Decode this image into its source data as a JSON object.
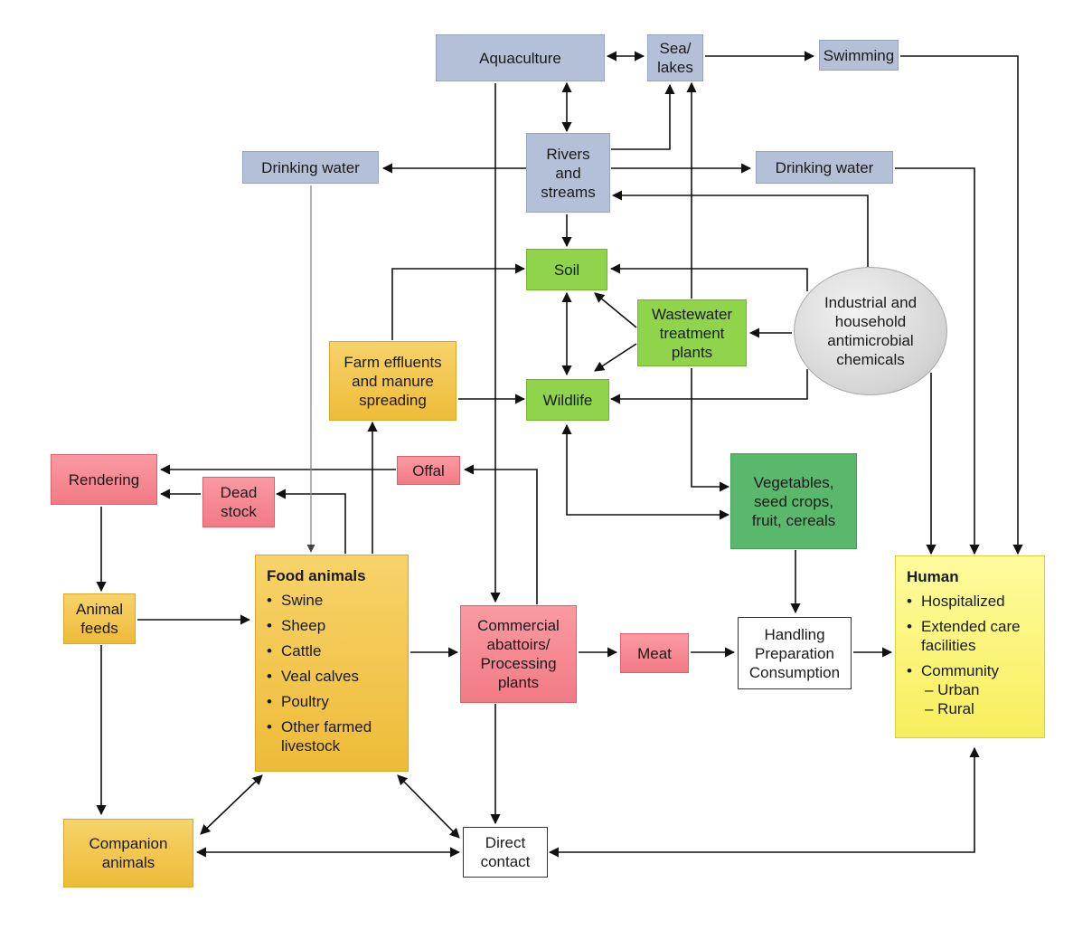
{
  "nodes": {
    "aquaculture": "Aquaculture",
    "sea_lakes": [
      "Sea/",
      "lakes"
    ],
    "swimming": "Swimming",
    "drinking_water_left": "Drinking water",
    "rivers": [
      "Rivers",
      "and",
      "streams"
    ],
    "drinking_water_right": "Drinking water",
    "soil": "Soil",
    "wastewater": [
      "Wastewater",
      "treatment",
      "plants"
    ],
    "industrial": [
      "Industrial and",
      "household",
      "antimicrobial",
      "chemicals"
    ],
    "farm_effluents": [
      "Farm effluents",
      "and manure",
      "spreading"
    ],
    "wildlife": "Wildlife",
    "rendering": "Rendering",
    "offal": "Offal",
    "dead_stock": [
      "Dead",
      "stock"
    ],
    "vegetables": [
      "Vegetables,",
      "seed crops,",
      "fruit, cereals"
    ],
    "animal_feeds": [
      "Animal",
      "feeds"
    ],
    "food_animals": {
      "title": "Food animals",
      "items": [
        "Swine",
        "Sheep",
        "Cattle",
        "Veal calves",
        "Poultry",
        "Other farmed",
        "livestock"
      ]
    },
    "abattoirs": [
      "Commercial",
      "abattoirs/",
      "Processing",
      "plants"
    ],
    "meat": "Meat",
    "handling": [
      "Handling",
      "Preparation",
      "Consumption"
    ],
    "human": {
      "title": "Human",
      "items": [
        "Hospitalized",
        "Extended care",
        "facilities",
        "Community",
        "– Urban",
        "– Rural"
      ]
    },
    "companion": [
      "Companion",
      "animals"
    ],
    "direct_contact": [
      "Direct",
      "contact"
    ]
  },
  "bullet_glyph": "•",
  "colors": {
    "water": "#b4bfd8",
    "environment": "#8fd44a",
    "crops": "#5ab86c",
    "animals": "#eebb38",
    "byproducts": "#f27a85",
    "human": "#f7ee5c",
    "chemicals": "#d4d4d4",
    "arrow": "#111111"
  }
}
